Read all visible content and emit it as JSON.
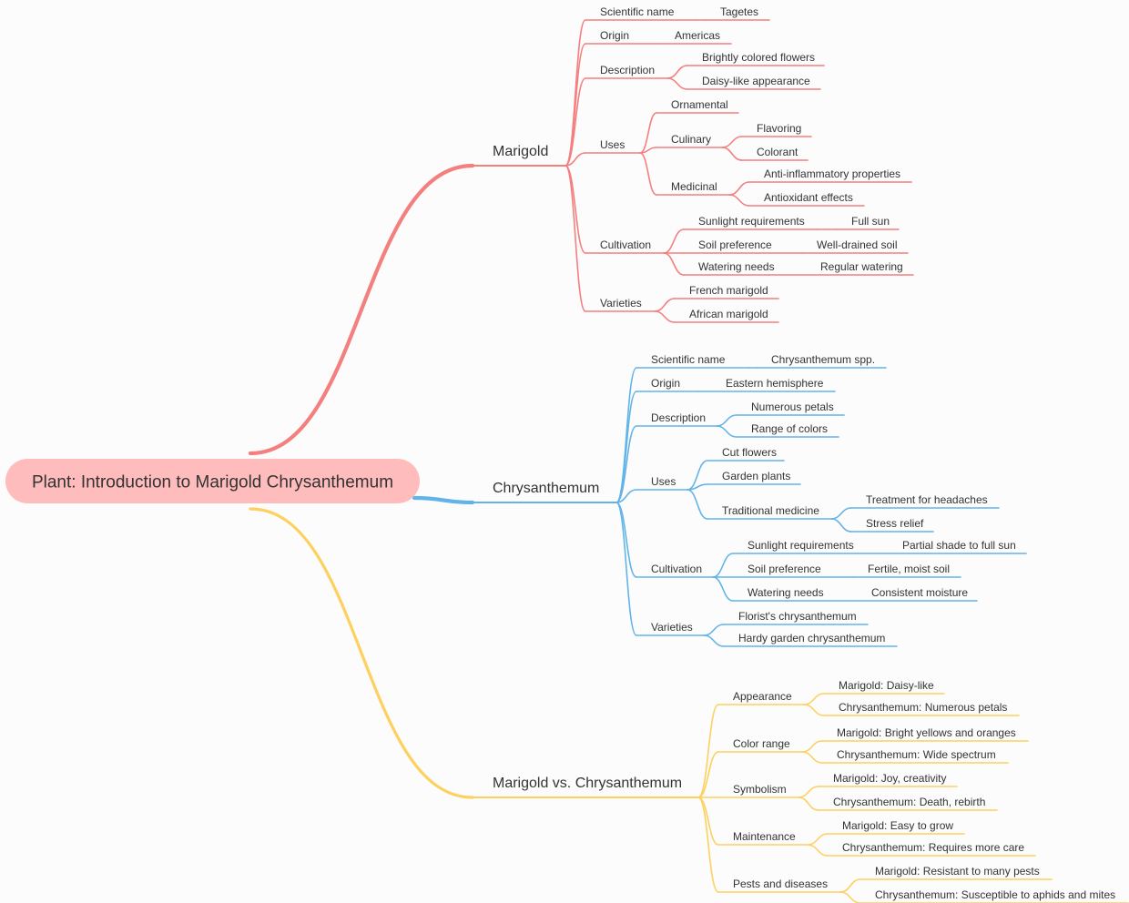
{
  "colors": {
    "root_fill": "#ffbcbc",
    "text": "#333333",
    "branches": [
      "#f47f7f",
      "#62b4e8",
      "#fdd05f"
    ]
  },
  "root": {
    "label": "Plant: Introduction to Marigold Chrysanthemum",
    "children": [
      {
        "label": "Marigold",
        "children": [
          {
            "label": "Scientific name",
            "children": [
              {
                "label": "Tagetes"
              }
            ]
          },
          {
            "label": "Origin",
            "children": [
              {
                "label": "Americas"
              }
            ]
          },
          {
            "label": "Description",
            "children": [
              {
                "label": "Brightly colored flowers"
              },
              {
                "label": "Daisy-like appearance"
              }
            ]
          },
          {
            "label": "Uses",
            "children": [
              {
                "label": "Ornamental"
              },
              {
                "label": "Culinary",
                "children": [
                  {
                    "label": "Flavoring"
                  },
                  {
                    "label": "Colorant"
                  }
                ]
              },
              {
                "label": "Medicinal",
                "children": [
                  {
                    "label": "Anti-inflammatory properties"
                  },
                  {
                    "label": "Antioxidant effects"
                  }
                ]
              }
            ]
          },
          {
            "label": "Cultivation",
            "children": [
              {
                "label": "Sunlight requirements",
                "children": [
                  {
                    "label": "Full sun"
                  }
                ]
              },
              {
                "label": "Soil preference",
                "children": [
                  {
                    "label": "Well-drained soil"
                  }
                ]
              },
              {
                "label": "Watering needs",
                "children": [
                  {
                    "label": "Regular watering"
                  }
                ]
              }
            ]
          },
          {
            "label": "Varieties",
            "children": [
              {
                "label": "French marigold"
              },
              {
                "label": "African marigold"
              }
            ]
          }
        ]
      },
      {
        "label": "Chrysanthemum",
        "children": [
          {
            "label": "Scientific name",
            "children": [
              {
                "label": "Chrysanthemum spp."
              }
            ]
          },
          {
            "label": "Origin",
            "children": [
              {
                "label": "Eastern hemisphere"
              }
            ]
          },
          {
            "label": "Description",
            "children": [
              {
                "label": "Numerous petals"
              },
              {
                "label": "Range of colors"
              }
            ]
          },
          {
            "label": "Uses",
            "children": [
              {
                "label": "Cut flowers"
              },
              {
                "label": "Garden plants"
              },
              {
                "label": "Traditional medicine",
                "children": [
                  {
                    "label": "Treatment for headaches"
                  },
                  {
                    "label": "Stress relief"
                  }
                ]
              }
            ]
          },
          {
            "label": "Cultivation",
            "children": [
              {
                "label": "Sunlight requirements",
                "children": [
                  {
                    "label": "Partial shade to full sun"
                  }
                ]
              },
              {
                "label": "Soil preference",
                "children": [
                  {
                    "label": "Fertile, moist soil"
                  }
                ]
              },
              {
                "label": "Watering needs",
                "children": [
                  {
                    "label": "Consistent moisture"
                  }
                ]
              }
            ]
          },
          {
            "label": "Varieties",
            "children": [
              {
                "label": "Florist's chrysanthemum"
              },
              {
                "label": "Hardy garden chrysanthemum"
              }
            ]
          }
        ]
      },
      {
        "label": "Marigold vs. Chrysanthemum",
        "children": [
          {
            "label": "Appearance",
            "children": [
              {
                "label": "Marigold: Daisy-like"
              },
              {
                "label": "Chrysanthemum: Numerous petals"
              }
            ]
          },
          {
            "label": "Color range",
            "children": [
              {
                "label": "Marigold: Bright yellows and oranges"
              },
              {
                "label": "Chrysanthemum: Wide spectrum"
              }
            ]
          },
          {
            "label": "Symbolism",
            "children": [
              {
                "label": "Marigold: Joy, creativity"
              },
              {
                "label": "Chrysanthemum: Death, rebirth"
              }
            ]
          },
          {
            "label": "Maintenance",
            "children": [
              {
                "label": "Marigold: Easy to grow"
              },
              {
                "label": "Chrysanthemum: Requires more care"
              }
            ]
          },
          {
            "label": "Pests and diseases",
            "children": [
              {
                "label": "Marigold: Resistant to many pests"
              },
              {
                "label": "Chrysanthemum: Susceptible to aphids and mites"
              }
            ]
          }
        ]
      }
    ]
  }
}
